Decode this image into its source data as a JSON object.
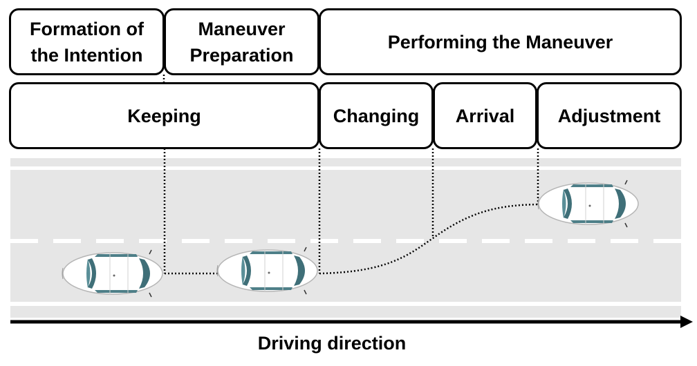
{
  "phases_top": {
    "formation": "Formation of\nthe Intention",
    "preparation": "Maneuver\nPreparation",
    "performing": "Performing the Maneuver"
  },
  "phases_bottom": {
    "keeping": "Keeping",
    "changing": "Changing",
    "arrival": "Arrival",
    "adjustment": "Adjustment"
  },
  "caption": "Driving direction",
  "colors": {
    "road": "#e6e6e6",
    "lane_marking": "#ffffff",
    "car_body": "#ffffff",
    "car_glass": "#3f6f78",
    "line": "#000000"
  }
}
